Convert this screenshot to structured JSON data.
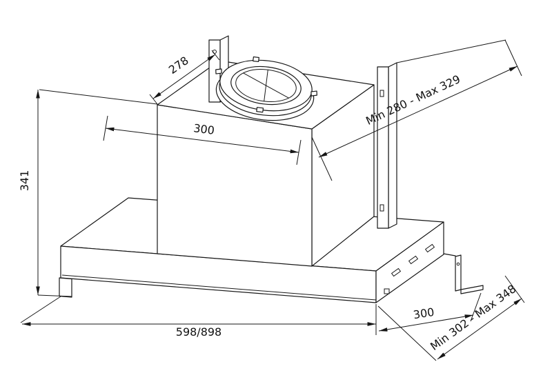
{
  "page": {
    "background_color": "#ffffff",
    "line_color": "#161616"
  },
  "diagram": {
    "kind": "cooker-hood installation dimension drawing",
    "labels": {
      "depth_top": "278",
      "width_top": "300",
      "height_left": "341",
      "range_top_right": "Min 280 - Max 329",
      "width_bottom": "598/898",
      "depth_bottom_right": "300",
      "range_bottom_right": "Min 302 - Max 348"
    }
  }
}
